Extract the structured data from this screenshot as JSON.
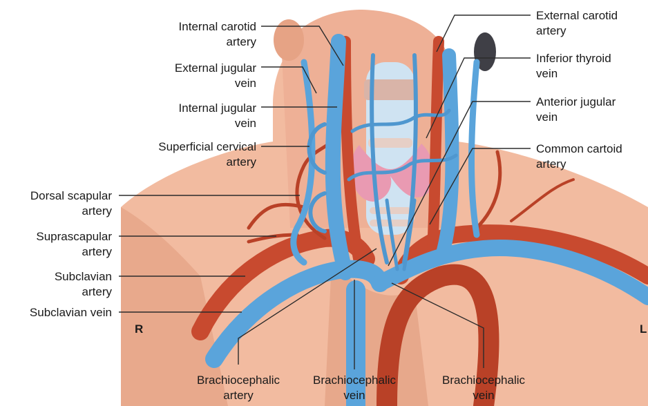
{
  "colors": {
    "skin": "#f2bba0",
    "skin_shadow": "#dc9274",
    "artery": "#c84a2f",
    "artery_dark": "#9c3220",
    "vein": "#5aa4db",
    "vein_dark": "#2f78b8",
    "thyroid": "#e99ab2",
    "trachea": "#cfe3f2",
    "leader_line": "#2b2b2b"
  },
  "side_markers": {
    "right": "R",
    "left": "L"
  },
  "labels": {
    "internal_carotid": {
      "line1": "Internal carotid",
      "line2": "artery"
    },
    "external_jugular": {
      "line1": "External jugular",
      "line2": "vein"
    },
    "internal_jugular": {
      "line1": "Internal jugular",
      "line2": "vein"
    },
    "superficial_cervical": {
      "line1": "Superficial cervical",
      "line2": "artery"
    },
    "dorsal_scapular": {
      "line1": "Dorsal scapular",
      "line2": "artery"
    },
    "suprascapular": {
      "line1": "Suprascapular",
      "line2": "artery"
    },
    "subclavian_artery": {
      "line1": "Subclavian",
      "line2": "artery"
    },
    "subclavian_vein": {
      "line1": "Subclavian vein"
    },
    "external_carotid": {
      "line1": "External carotid",
      "line2": "artery"
    },
    "inferior_thyroid": {
      "line1": "Inferior thyroid",
      "line2": "vein"
    },
    "anterior_jugular": {
      "line1": "Anterior jugular",
      "line2": "vein"
    },
    "common_carotid": {
      "line1": "Common cartoid",
      "line2": "artery"
    },
    "brachiocephalic_artery": {
      "line1": "Brachiocephalic",
      "line2": "artery"
    },
    "brachiocephalic_vein_center": {
      "line1": "Brachiocephalic",
      "line2": "vein"
    },
    "brachiocephalic_vein_right": {
      "line1": "Brachiocephalic",
      "line2": "vein"
    }
  }
}
